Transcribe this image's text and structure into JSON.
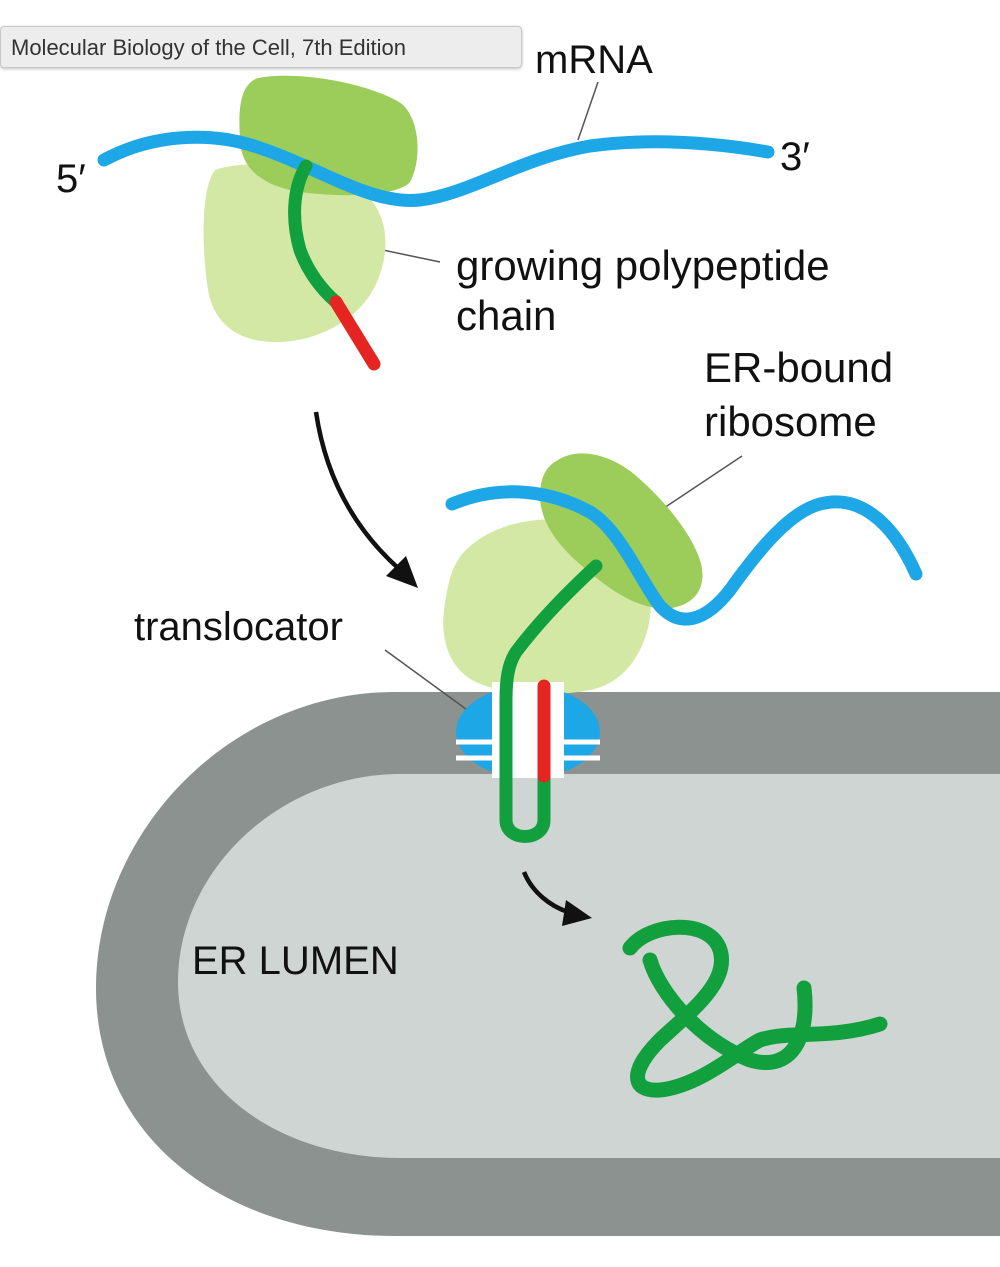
{
  "tooltip": {
    "text": "Molecular Biology of the Cell, 7th Edition"
  },
  "labels": {
    "mrna": "mRNA",
    "five_prime": "5′",
    "three_prime": "3′",
    "polypeptide_line1": "growing polypeptide",
    "polypeptide_line2": "chain",
    "er_ribosome_line1": "ER-bound",
    "er_ribosome_line2": "ribosome",
    "translocator": "translocator",
    "er_lumen": "ER LUMEN"
  },
  "colors": {
    "mrna": "#1ea7e6",
    "ribosome_small": "#d4e8a6",
    "ribosome_large": "#9ccc5a",
    "polypeptide": "#12a03f",
    "signal_sequence": "#e52521",
    "er_membrane": "#8b928f",
    "er_lumen": "#cfd5d2",
    "arrow": "#111111"
  }
}
